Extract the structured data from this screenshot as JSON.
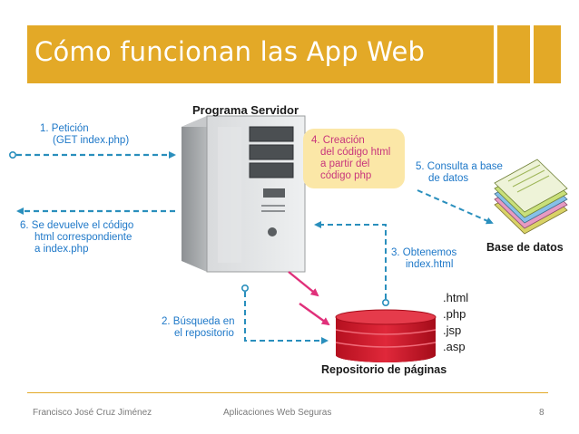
{
  "title": "Cómo funcionan las App Web",
  "diagram": {
    "server_title": "Programa Servidor",
    "step1": [
      "1. Petición",
      "(GET index.php)"
    ],
    "step4": [
      "4. Creación",
      "del código html",
      "a partir del",
      "código php"
    ],
    "step5": [
      "5. Consulta a base",
      "de datos"
    ],
    "step6": [
      "6. Se devuelve el código",
      "html correspondiente",
      "a index.php"
    ],
    "step3": [
      "3. Obtenemos",
      "index.html"
    ],
    "step2": [
      "2. Búsqueda en",
      "el repositorio"
    ],
    "db_label": "Base de datos",
    "repo_label": "Repositorio de páginas",
    "extensions": [
      ".html",
      ".php",
      ".jsp",
      ".asp"
    ]
  },
  "footer": {
    "author": "Francisco José Cruz Jiménez",
    "course": "Aplicaciones Web Seguras",
    "page": "8"
  },
  "colors": {
    "accent": "#e3a927",
    "arrow_blue": "#2a8fbd",
    "arrow_pink": "#e0307a",
    "label_blue": "#1e78c8",
    "label_pink": "#c8367c",
    "drum_red": "#c9162a"
  }
}
